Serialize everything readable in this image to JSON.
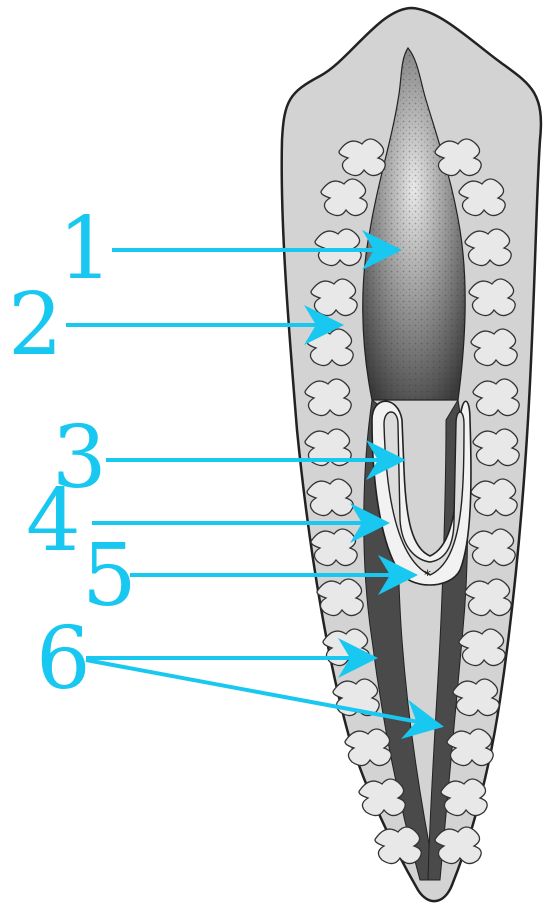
{
  "colors": {
    "label": "#19c8f0",
    "arrow": "#19c8f0",
    "body_fill": "#d3d3d3",
    "body_outline": "#222222",
    "gut": "#444444"
  },
  "labels": [
    {
      "id": "1",
      "text": "1"
    },
    {
      "id": "2",
      "text": "2"
    },
    {
      "id": "3",
      "text": "3"
    },
    {
      "id": "4",
      "text": "4"
    },
    {
      "id": "5",
      "text": "5"
    },
    {
      "id": "6",
      "text": "6"
    }
  ]
}
